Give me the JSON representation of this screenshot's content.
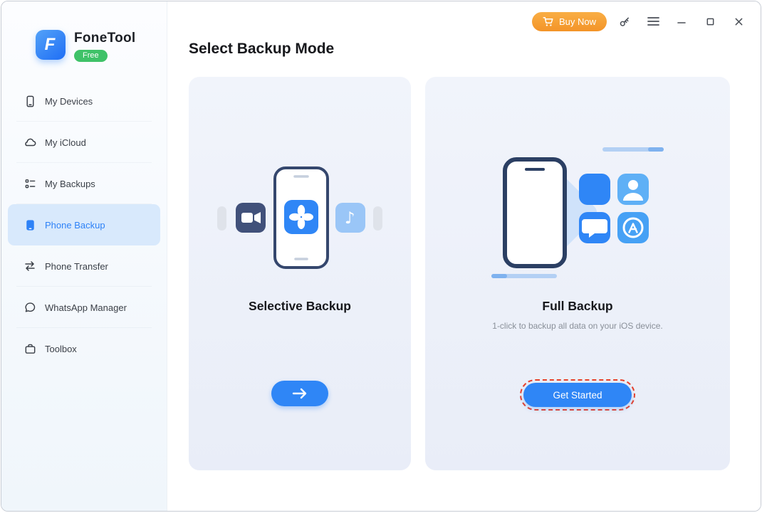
{
  "app": {
    "name": "FoneTool",
    "badge": "Free"
  },
  "titlebar": {
    "buy_now_label": "Buy Now"
  },
  "sidebar": {
    "items": [
      {
        "label": "My Devices"
      },
      {
        "label": "My iCloud"
      },
      {
        "label": "My Backups"
      },
      {
        "label": "Phone Backup",
        "active": true
      },
      {
        "label": "Phone Transfer"
      },
      {
        "label": "WhatsApp Manager"
      },
      {
        "label": "Toolbox"
      }
    ]
  },
  "main": {
    "title": "Select Backup Mode",
    "cards": [
      {
        "title": "Selective Backup"
      },
      {
        "title": "Full Backup",
        "subtitle": "1-click to backup all data on your iOS device.",
        "button_label": "Get Started"
      }
    ]
  },
  "colors": {
    "accent": "#2f86f6",
    "buy_now": "#f59b33",
    "free_badge": "#3fc268",
    "highlight_dashed": "#e8402a",
    "active_nav_bg": "#d8e9fc"
  }
}
